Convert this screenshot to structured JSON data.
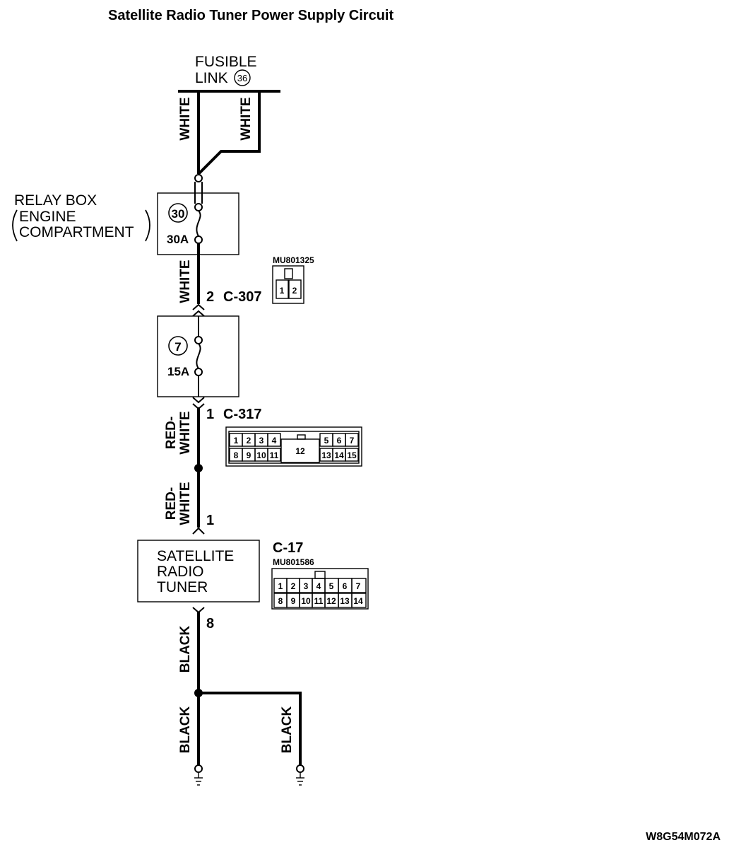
{
  "title": "Satellite Radio Tuner Power Supply Circuit",
  "fusible_link": {
    "line1": "FUSIBLE",
    "line2": "LINK",
    "number": "36"
  },
  "relay_box": {
    "line1": "RELAY BOX",
    "line2": "ENGINE",
    "line3": "COMPARTMENT",
    "fuse_number": "30",
    "fuse_rating": "30A"
  },
  "fuse_7": {
    "number": "7",
    "rating": "15A"
  },
  "connectors": {
    "c307": {
      "pin": "2",
      "name": "C-307",
      "part": "MU801325",
      "pins": [
        "1",
        "2"
      ]
    },
    "c317": {
      "pin": "1",
      "name": "C-317",
      "top_pins": [
        "1",
        "2",
        "3",
        "4",
        "5",
        "6",
        "7"
      ],
      "mid_pin": "12",
      "bottom_pins": [
        "8",
        "9",
        "10",
        "11",
        "13",
        "14",
        "15"
      ]
    },
    "c17": {
      "name": "C-17",
      "part": "MU801586",
      "top_pins": [
        "1",
        "2",
        "3",
        "4",
        "5",
        "6",
        "7"
      ],
      "bottom_pins": [
        "8",
        "9",
        "10",
        "11",
        "12",
        "13",
        "14"
      ]
    }
  },
  "wires": {
    "white_left": "WHITE",
    "white_right": "WHITE",
    "white_mid": "WHITE",
    "red_white_1": [
      "RED-",
      "WHITE"
    ],
    "red_white_2": [
      "RED-",
      "WHITE"
    ],
    "black_1": "BLACK",
    "black_2": "BLACK",
    "black_3": "BLACK"
  },
  "tuner": {
    "line1": "SATELLITE",
    "line2": "RADIO",
    "line3": "TUNER",
    "input_pin": "1",
    "output_pin": "8"
  },
  "figure_id": "W8G54M072A",
  "colors": {
    "ink": "#000000",
    "paper": "#ffffff"
  }
}
